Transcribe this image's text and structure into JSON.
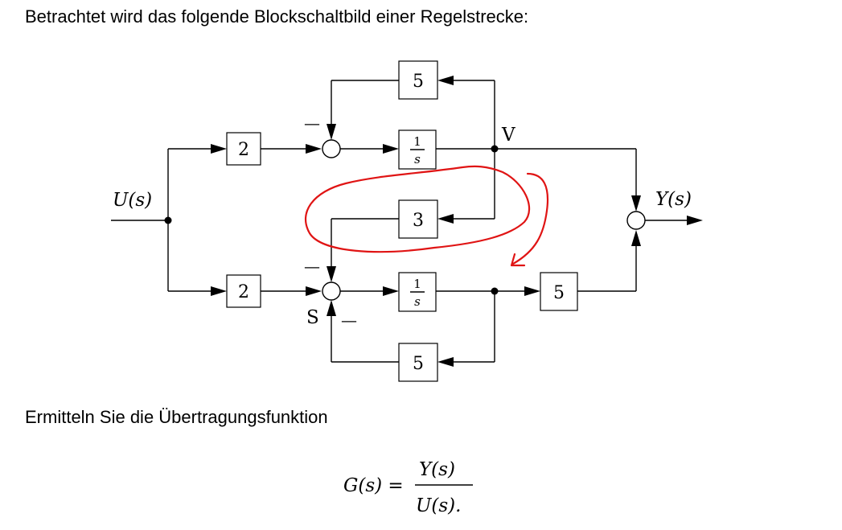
{
  "intro_text": "Betrachtet wird das folgende Blockschaltbild einer Regelstrecke:",
  "task_text": "Ermitteln Sie die Übertragungsfunktion",
  "diagram": {
    "input_label": "U(s)",
    "output_label": "Y(s)",
    "node_v_label": "V",
    "node_s_label": "S",
    "minus_sign": "—",
    "blocks": {
      "upper_gain": "2",
      "lower_gain": "2",
      "upper_feedback": "5",
      "cross_feedback": "3",
      "lower_feedback": "5",
      "output_gain": "5",
      "integrator_num": "1",
      "integrator_den": "s"
    },
    "annotation_color": "#e01414"
  },
  "formula": {
    "lhs": "G(s) =",
    "numerator": "Y(s)",
    "denominator": "U(s)."
  }
}
